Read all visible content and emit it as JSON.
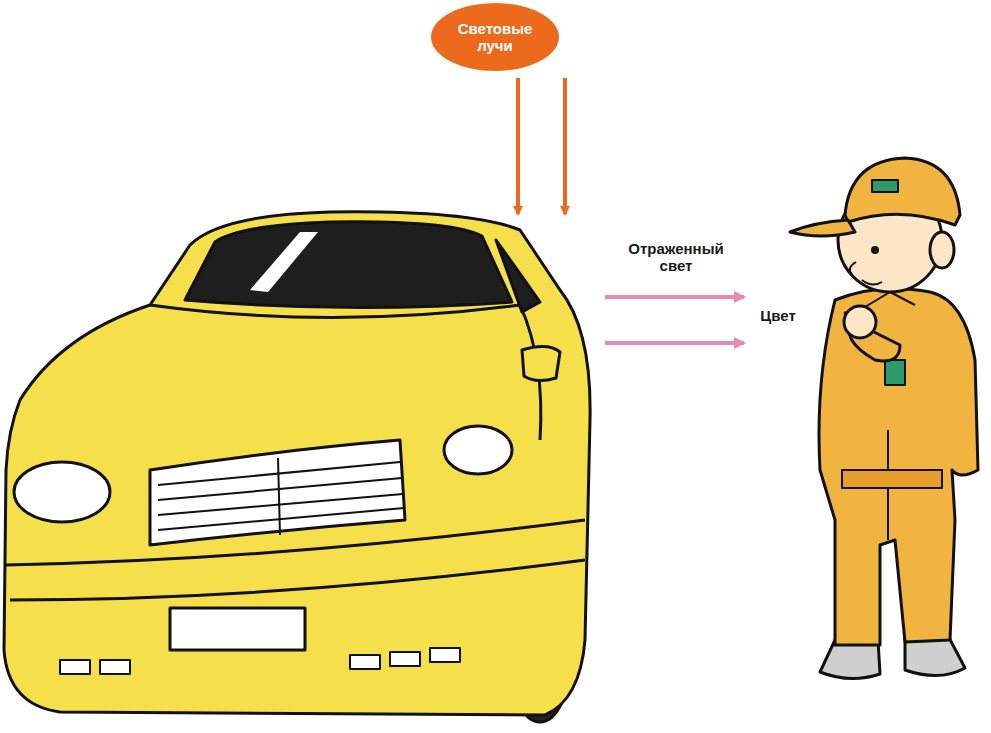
{
  "diagram": {
    "nodes": [
      {
        "text": [
          "Световые лучи"
        ]
      }
    ],
    "labels": [
      "Отраженный свет",
      "Цвет"
    ]
  }
}
